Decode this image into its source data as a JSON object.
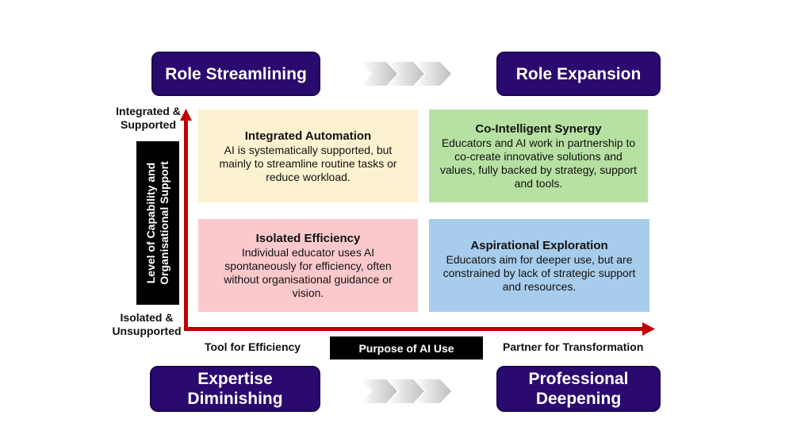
{
  "corners": {
    "top_left": "Role Streamlining",
    "top_right": "Role Expansion",
    "bottom_left_line1": "Expertise",
    "bottom_left_line2": "Diminishing",
    "bottom_right_line1": "Professional",
    "bottom_right_line2": "Deepening"
  },
  "quadrants": {
    "top_left": {
      "title": "Integrated Automation",
      "lines": [
        "AI is systematically supported, but",
        "mainly to streamline routine tasks or",
        "reduce workload."
      ],
      "color": "#fdf2d0"
    },
    "top_right": {
      "title": "Co-Intelligent Synergy",
      "lines": [
        "Educators and AI work in partnership to",
        "co-create innovative solutions and",
        "values, fully backed by strategy, support",
        "and tools."
      ],
      "color": "#b6e1a2"
    },
    "bottom_left": {
      "title": "Isolated Efficiency",
      "lines": [
        "Individual educator uses AI",
        "spontaneously for efficiency, often",
        "without organisational guidance or",
        "vision."
      ],
      "color": "#fbc9cc"
    },
    "bottom_right": {
      "title": "Aspirational Exploration",
      "lines": [
        "Educators aim for deeper use, but are",
        "constrained by lack of strategic support",
        "and resources."
      ],
      "color": "#a8cceb"
    }
  },
  "y_axis": {
    "top_line1": "Integrated &",
    "top_line2": "Supported",
    "bottom_line1": "Isolated &",
    "bottom_line2": "Unsupported",
    "title_line1": "Level of Capability and",
    "title_line2": "Organisational Support"
  },
  "x_axis": {
    "left": "Tool for Efficiency",
    "right": "Partner for Transformation",
    "title": "Purpose of AI Use"
  },
  "colors": {
    "corner_box": "#2a0a6e",
    "axis_arrow": "#c00000",
    "chevron": "#d9d9d9"
  }
}
